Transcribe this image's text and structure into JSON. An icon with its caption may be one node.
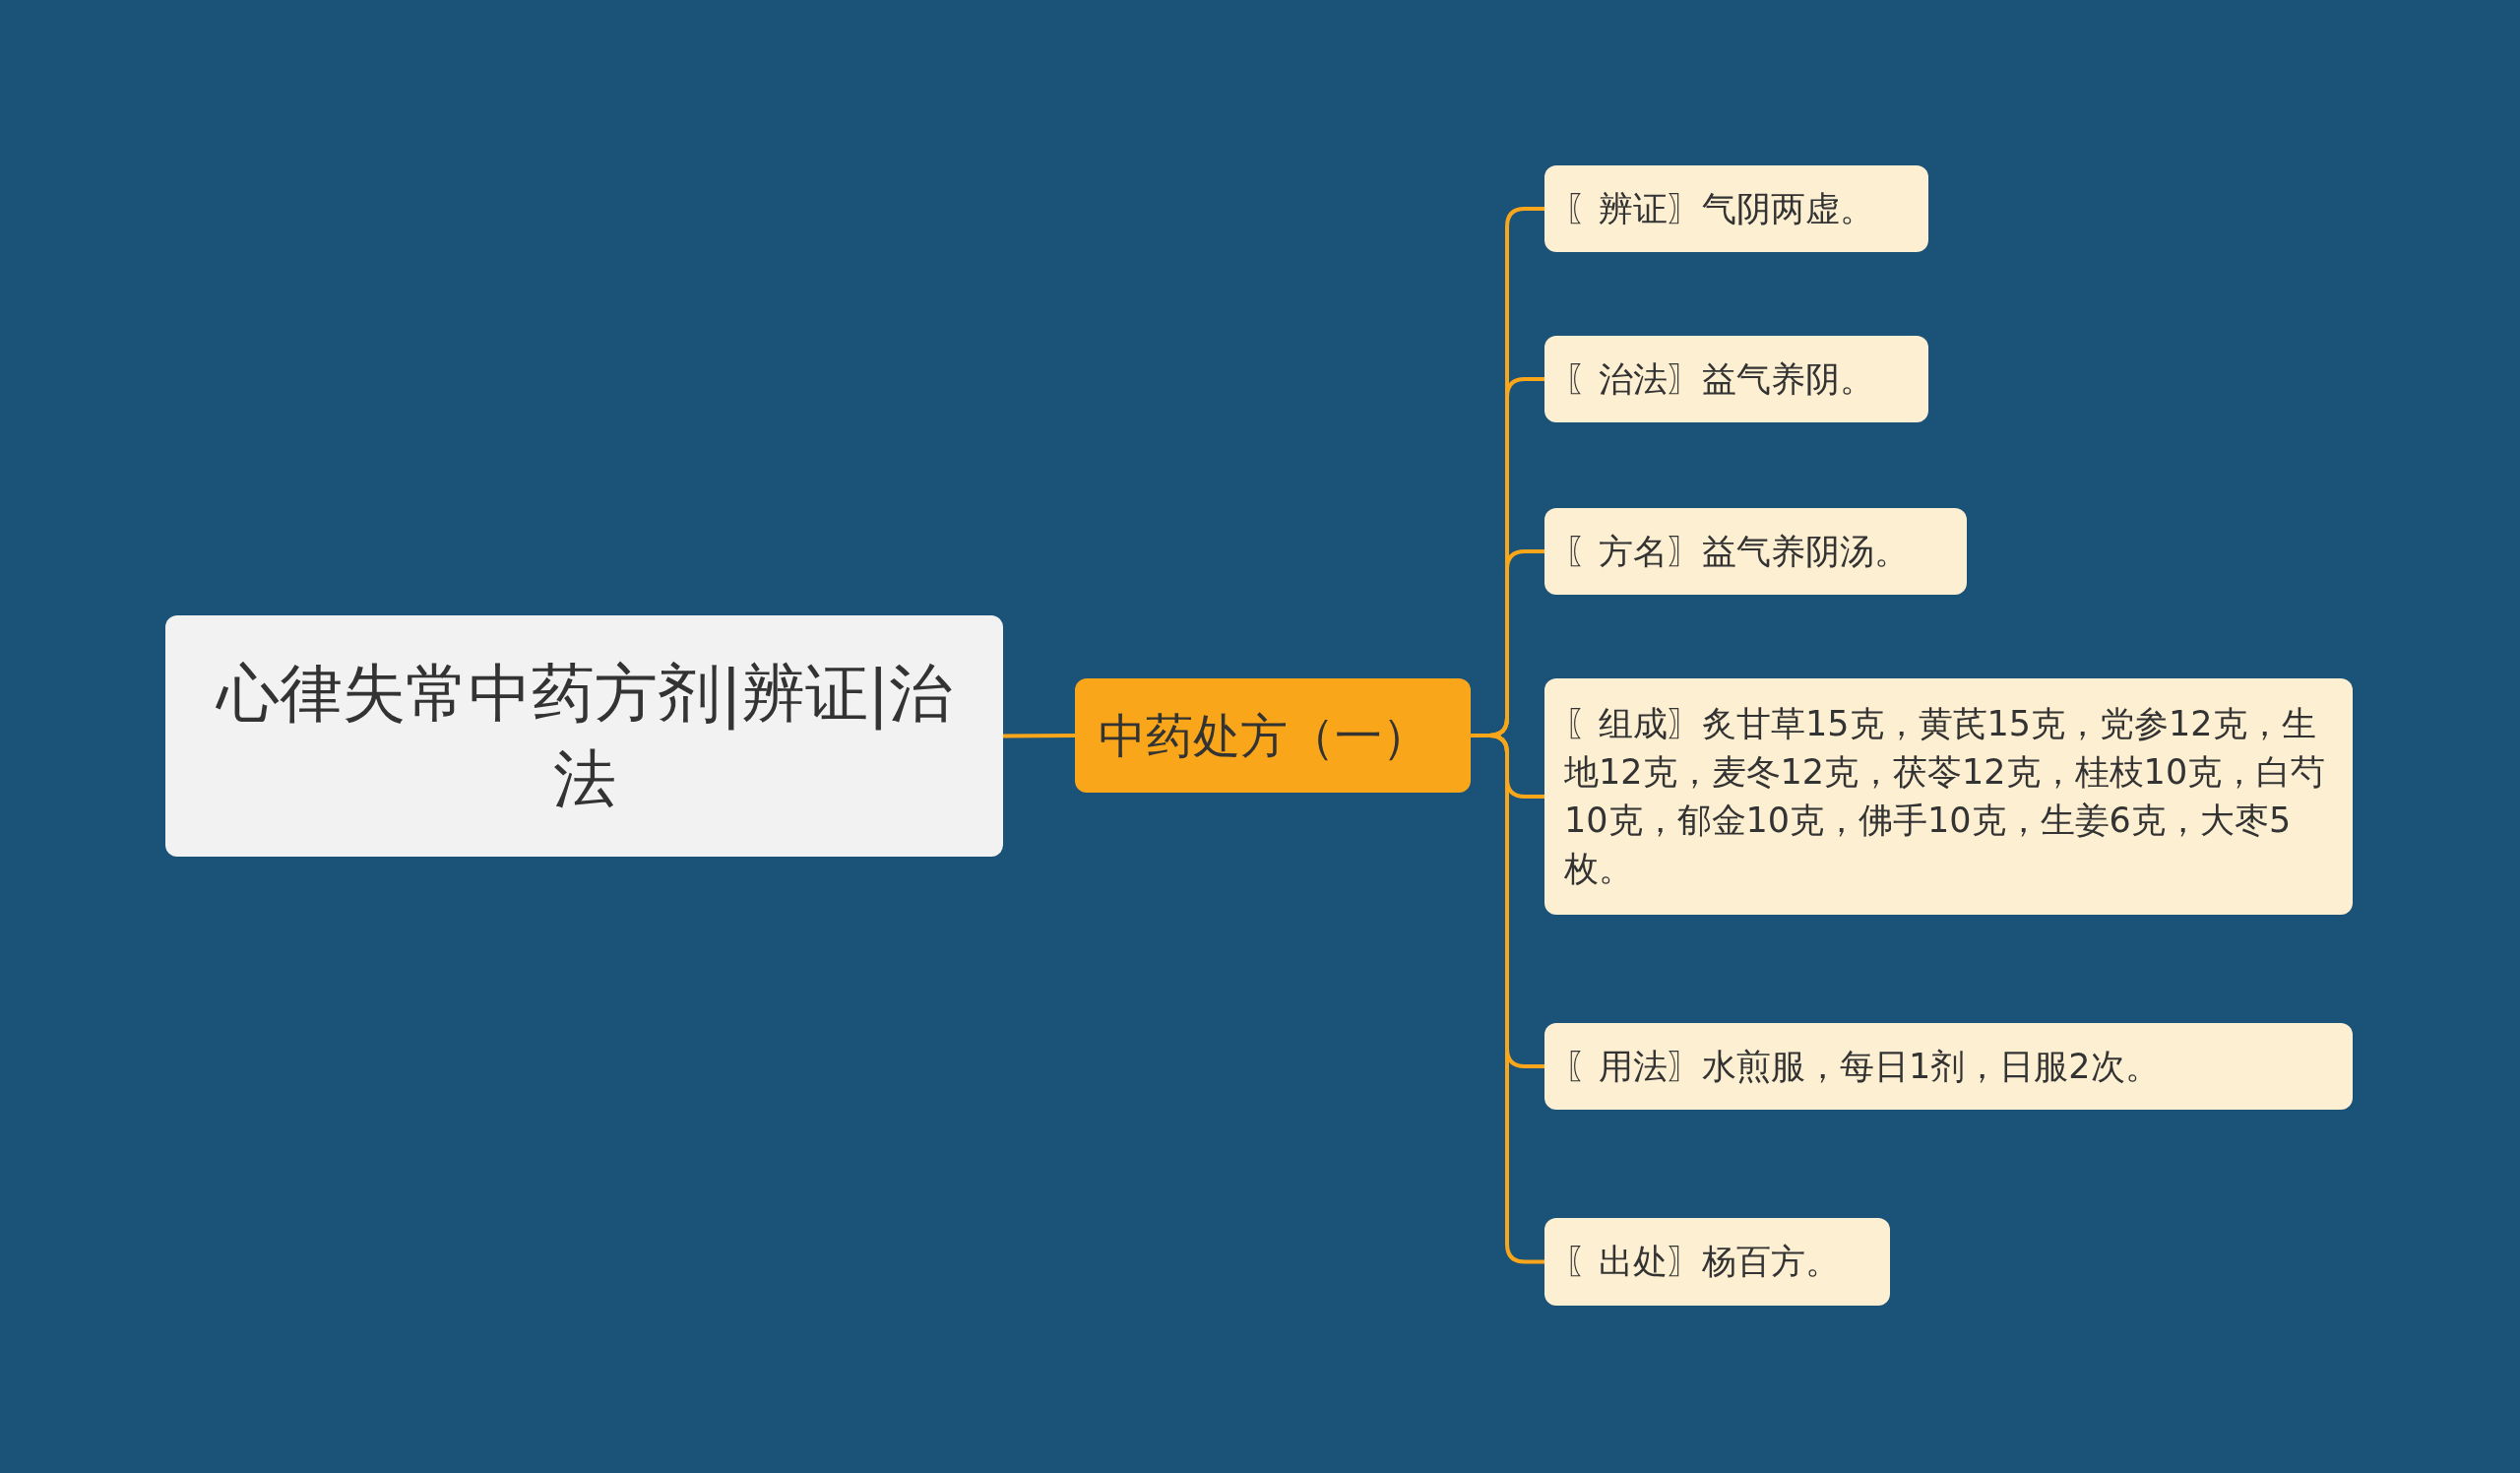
{
  "diagram": {
    "nodes": [
      {
        "text": [
          "心律失常中药方剂|辨证|治法"
        ]
      },
      {
        "text": [
          "中药处方（一）"
        ]
      },
      {
        "text": [
          "〖辨证〗气阴两虚。"
        ]
      },
      {
        "text": [
          "〖治法〗益气养阴。"
        ]
      },
      {
        "text": [
          "〖方名〗益气养阴汤。"
        ]
      },
      {
        "text": [
          "〖组成〗炙甘草15克，黄芪15克，党参12克，生地12克，麦冬12克，茯苓12克，桂枝10克，白芍10克，郁金10克，佛手10克，生姜6克，大枣5枚。"
        ]
      },
      {
        "text": [
          "〖用法〗水煎服，每日1剂，日服2次。"
        ]
      },
      {
        "text": [
          "〖出处〗杨百方。"
        ]
      }
    ],
    "edges": [
      {
        "from": 0,
        "to": 1,
        "arrow": "none"
      },
      {
        "from": 1,
        "to": 2,
        "arrow": "none"
      },
      {
        "from": 1,
        "to": 3,
        "arrow": "none"
      },
      {
        "from": 1,
        "to": 4,
        "arrow": "none"
      },
      {
        "from": 1,
        "to": 5,
        "arrow": "none"
      },
      {
        "from": 1,
        "to": 6,
        "arrow": "none"
      },
      {
        "from": 1,
        "to": 7,
        "arrow": "none"
      }
    ]
  }
}
